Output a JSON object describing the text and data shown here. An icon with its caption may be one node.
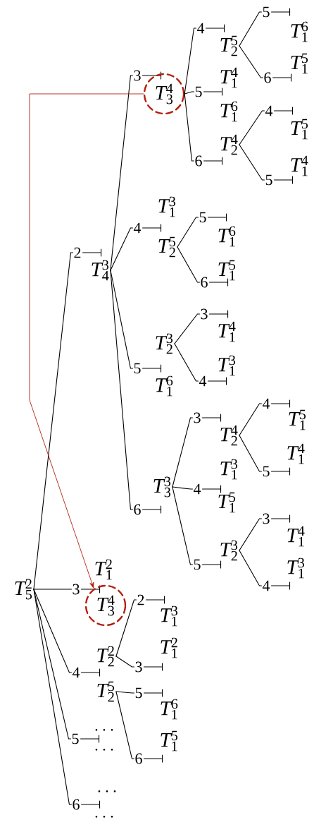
{
  "diagram": {
    "nodes": [
      {
        "text": [
          "T^{2}_{5}"
        ]
      },
      {
        "text": [
          "2"
        ]
      },
      {
        "text": [
          "T^{3}_{4}"
        ]
      },
      {
        "text": [
          "3"
        ]
      },
      {
        "text": [
          "T^{4}_{3}"
        ]
      },
      {
        "text": [
          "4"
        ]
      },
      {
        "text": [
          "T^{5}_{2}"
        ]
      },
      {
        "text": [
          "5"
        ]
      },
      {
        "text": [
          "T^{6}_{1}"
        ]
      },
      {
        "text": [
          "6"
        ]
      },
      {
        "text": [
          "T^{5}_{1}"
        ]
      },
      {
        "text": [
          "T^{4}_{1}"
        ]
      },
      {
        "text": [
          "5"
        ]
      },
      {
        "text": [
          "T^{6}_{1}"
        ]
      },
      {
        "text": [
          "T^{4}_{2}"
        ]
      },
      {
        "text": [
          "6"
        ]
      },
      {
        "text": [
          "4"
        ]
      },
      {
        "text": [
          "T^{5}_{1}"
        ]
      },
      {
        "text": [
          "T^{4}_{1}"
        ]
      },
      {
        "text": [
          "5"
        ]
      },
      {
        "text": [
          "T^{3}_{1}"
        ]
      },
      {
        "text": [
          "4"
        ]
      },
      {
        "text": [
          "T^{5}_{2}"
        ]
      },
      {
        "text": [
          "5"
        ]
      },
      {
        "text": [
          "T^{6}_{1}"
        ]
      },
      {
        "text": [
          "T^{5}_{1}"
        ]
      },
      {
        "text": [
          "6"
        ]
      },
      {
        "text": [
          "3"
        ]
      },
      {
        "text": [
          "T^{3}_{2}"
        ]
      },
      {
        "text": [
          "T^{4}_{1}"
        ]
      },
      {
        "text": [
          "T^{3}_{1}"
        ]
      },
      {
        "text": [
          "4"
        ]
      },
      {
        "text": [
          "5"
        ]
      },
      {
        "text": [
          "T^{6}_{1}"
        ]
      },
      {
        "text": [
          "4"
        ]
      },
      {
        "text": [
          "3"
        ]
      },
      {
        "text": [
          "T^{4}_{2}"
        ]
      },
      {
        "text": [
          "T^{5}_{1}"
        ]
      },
      {
        "text": [
          "T^{3}_{3}"
        ]
      },
      {
        "text": [
          "T^{4}_{1}"
        ]
      },
      {
        "text": [
          "5"
        ]
      },
      {
        "text": [
          "T^{3}_{1}"
        ]
      },
      {
        "text": [
          "4"
        ]
      },
      {
        "text": [
          "T^{5}_{1}"
        ]
      },
      {
        "text": [
          "6"
        ]
      },
      {
        "text": [
          "3"
        ]
      },
      {
        "text": [
          "T^{4}_{1}"
        ]
      },
      {
        "text": [
          "T^{3}_{2}"
        ]
      },
      {
        "text": [
          "5"
        ]
      },
      {
        "text": [
          "T^{3}_{1}"
        ]
      },
      {
        "text": [
          "4"
        ]
      },
      {
        "text": [
          "T^{2}_{1}"
        ]
      },
      {
        "text": [
          "3"
        ]
      },
      {
        "text": [
          "T^{4}_{3}"
        ]
      },
      {
        "text": [
          "2"
        ]
      },
      {
        "text": [
          "T^{3}_{1}"
        ]
      },
      {
        "text": [
          "T^{2}_{1}"
        ]
      },
      {
        "text": [
          "T^{2}_{2}"
        ]
      },
      {
        "text": [
          "3"
        ]
      },
      {
        "text": [
          "4"
        ]
      },
      {
        "text": [
          "T^{5}_{2}"
        ]
      },
      {
        "text": [
          "5"
        ]
      },
      {
        "text": [
          "T^{6}_{1}"
        ]
      },
      {
        "text": [
          "\\cdots"
        ]
      },
      {
        "text": [
          "5"
        ]
      },
      {
        "text": [
          "T^{5}_{1}"
        ]
      },
      {
        "text": [
          "\\cdots"
        ]
      },
      {
        "text": [
          "6"
        ]
      },
      {
        "text": [
          "\\cdots"
        ]
      },
      {
        "text": [
          "6"
        ]
      },
      {
        "text": [
          "\\cdots"
        ]
      }
    ],
    "edges": [
      {
        "from": 0,
        "to": 1,
        "arrow": "none"
      },
      {
        "from": 2,
        "to": 3,
        "arrow": "none"
      },
      {
        "from": 4,
        "to": 5,
        "arrow": "none"
      },
      {
        "from": 6,
        "to": 7,
        "arrow": "none"
      },
      {
        "from": 6,
        "to": 9,
        "arrow": "none"
      },
      {
        "from": 4,
        "to": 12,
        "arrow": "none"
      },
      {
        "from": 4,
        "to": 15,
        "arrow": "none"
      },
      {
        "from": 14,
        "to": 16,
        "arrow": "none"
      },
      {
        "from": 14,
        "to": 19,
        "arrow": "none"
      },
      {
        "from": 2,
        "to": 21,
        "arrow": "none"
      },
      {
        "from": 22,
        "to": 23,
        "arrow": "none"
      },
      {
        "from": 22,
        "to": 26,
        "arrow": "none"
      },
      {
        "from": 28,
        "to": 27,
        "arrow": "none"
      },
      {
        "from": 28,
        "to": 31,
        "arrow": "none"
      },
      {
        "from": 2,
        "to": 32,
        "arrow": "none"
      },
      {
        "from": 36,
        "to": 34,
        "arrow": "none"
      },
      {
        "from": 38,
        "to": 35,
        "arrow": "none"
      },
      {
        "from": 36,
        "to": 40,
        "arrow": "none"
      },
      {
        "from": 38,
        "to": 42,
        "arrow": "none"
      },
      {
        "from": 2,
        "to": 44,
        "arrow": "none"
      },
      {
        "from": 47,
        "to": 45,
        "arrow": "none"
      },
      {
        "from": 38,
        "to": 48,
        "arrow": "none"
      },
      {
        "from": 47,
        "to": 50,
        "arrow": "none"
      },
      {
        "from": 0,
        "to": 52,
        "arrow": "none"
      },
      {
        "from": 57,
        "to": 54,
        "arrow": "none"
      },
      {
        "from": 57,
        "to": 58,
        "arrow": "none"
      },
      {
        "from": 0,
        "to": 59,
        "arrow": "none"
      },
      {
        "from": 60,
        "to": 61,
        "arrow": "none"
      },
      {
        "from": 0,
        "to": 64,
        "arrow": "none"
      },
      {
        "from": 60,
        "to": 67,
        "arrow": "none"
      },
      {
        "from": 0,
        "to": 69,
        "arrow": "none"
      },
      {
        "from": 4,
        "to": 53,
        "arrow": "to",
        "color": "#b22010"
      }
    ]
  }
}
